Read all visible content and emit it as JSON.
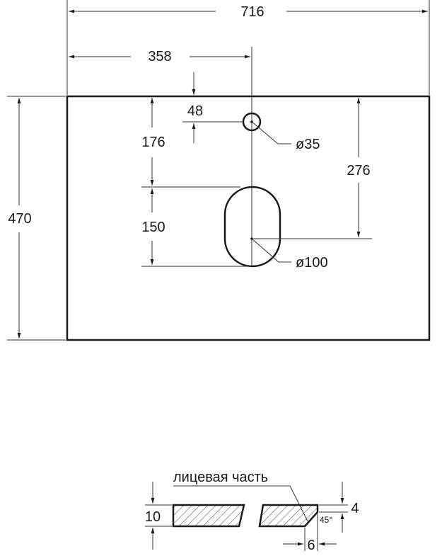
{
  "drawing": {
    "top_view": {
      "overall_width": "716",
      "center_offset": "358",
      "height": "470",
      "tap_hole_offset": "48",
      "tap_hole_diameter": "ø35",
      "basin_offset": "176",
      "basin_length": "150",
      "basin_diameter": "ø100",
      "basin_center_depth": "276"
    },
    "section_view": {
      "face_label": "лицевая часть",
      "thickness": "10",
      "chamfer_depth": "4",
      "chamfer_width": "6",
      "chamfer_angle": "45°"
    }
  }
}
